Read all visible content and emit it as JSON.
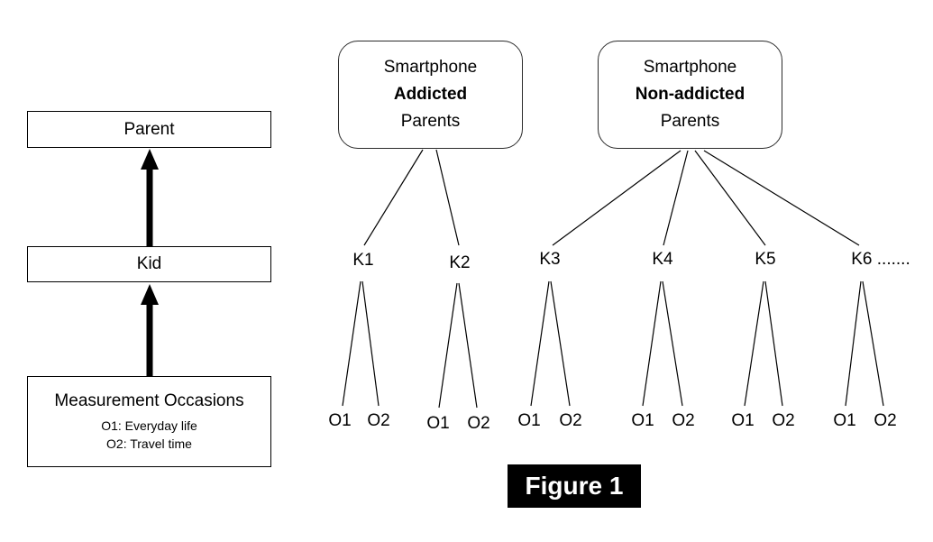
{
  "figure": {
    "label": "Figure 1"
  },
  "left_panel": {
    "parent_label": "Parent",
    "kid_label": "Kid",
    "measurement": {
      "title": "Measurement Occasions",
      "occasion_1": "O1: Everyday life",
      "occasion_2": "O2: Travel time"
    }
  },
  "tree": {
    "groups": [
      {
        "line1": "Smartphone",
        "line2": "Addicted",
        "line3": "Parents"
      },
      {
        "line1": "Smartphone",
        "line2": "Non-addicted",
        "line3": "Parents"
      }
    ],
    "kids": [
      "K1",
      "K2",
      "K3",
      "K4",
      "K5",
      "K6 ......."
    ],
    "o1": "O1",
    "o2": "O2"
  },
  "colors": {
    "line": "#000000",
    "box_border": "#000000",
    "figure_bg": "#000000",
    "figure_fg": "#ffffff"
  }
}
